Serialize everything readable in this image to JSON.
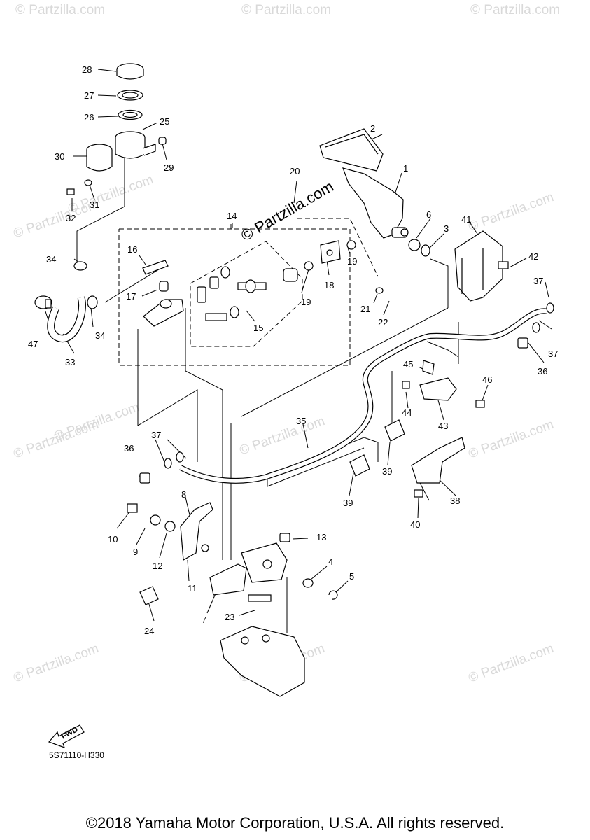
{
  "callouts": [
    "1",
    "2",
    "3",
    "4",
    "5",
    "6",
    "7",
    "8",
    "9",
    "10",
    "11",
    "12",
    "13",
    "14",
    "15",
    "16",
    "17",
    "18",
    "19",
    "19",
    "20",
    "21",
    "22",
    "23",
    "24",
    "25",
    "26",
    "27",
    "28",
    "29",
    "30",
    "31",
    "32",
    "33",
    "34",
    "34",
    "35",
    "36",
    "36",
    "37",
    "37",
    "37",
    "38",
    "39",
    "39",
    "40",
    "41",
    "42",
    "43",
    "44",
    "45",
    "46",
    "47"
  ],
  "watermarks": [
    "© Partzilla.com",
    "© Partzilla.com",
    "© Partzilla.com",
    "© Partzilla.com",
    "© Partzilla.com",
    "© Partzilla.com",
    "© Partzilla.com",
    "© Partzilla.com",
    "© Partzilla.com",
    "© Partzilla.com",
    "© Partzilla.com",
    "© Partzilla.com",
    "© Partzilla.com"
  ],
  "main_watermark": "© Partzilla.com",
  "fwd_label": "FWD",
  "part_code": "5S71110-H330",
  "copyright": "©2018 Yamaha Motor Corporation, U.S.A. All rights reserved."
}
